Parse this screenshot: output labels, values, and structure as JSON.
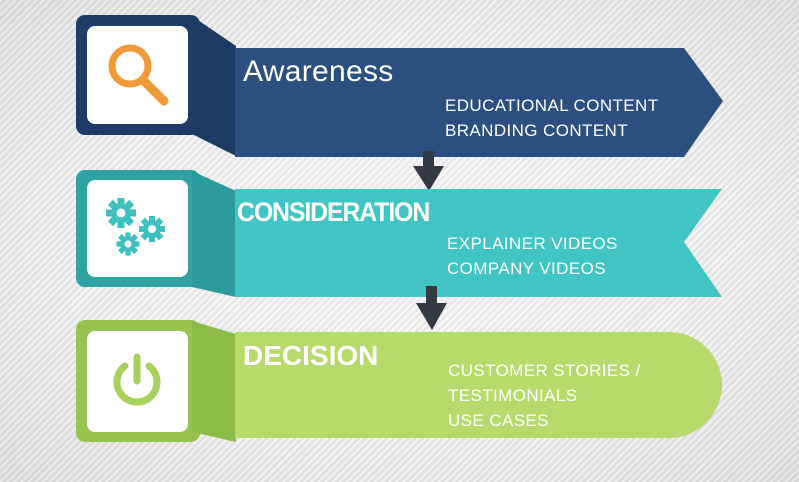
{
  "stages": [
    {
      "title": "Awareness",
      "icon": "magnifier-icon",
      "color": "#2b4f7e",
      "items": [
        "EDUCATIONAL CONTENT",
        "BRANDING CONTENT"
      ]
    },
    {
      "title": "CONSIDERATION",
      "icon": "gears-icon",
      "color": "#40c4c4",
      "items": [
        "EXPLAINER VIDEOS",
        "COMPANY VIDEOS"
      ]
    },
    {
      "title": "DECISION",
      "icon": "power-icon",
      "color": "#b7da6c",
      "items": [
        "CUSTOMER STORIES /",
        "TESTIMONIALS",
        "USE CASES"
      ]
    }
  ],
  "colors": {
    "awareness_dark": "#1f3c66",
    "consideration_dark": "#2fa2a4",
    "decision_dark": "#97c451",
    "icon_orange": "#f09a3a",
    "arrow": "#333a44"
  }
}
